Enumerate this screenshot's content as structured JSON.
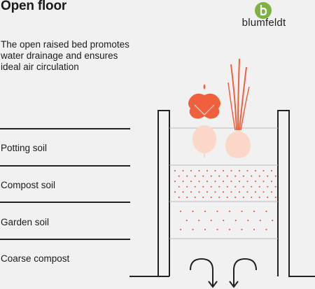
{
  "title": "Open floor",
  "description": "The open raised bed promotes water drainage and ensures ideal air circulation",
  "brand": {
    "name": "blumfeldt",
    "icon": "blumfeldt-logo-icon",
    "color": "#7cb342"
  },
  "layers": [
    {
      "label": "Potting soil"
    },
    {
      "label": "Compost soil"
    },
    {
      "label": "Garden soil"
    },
    {
      "label": "Coarse compost"
    }
  ],
  "colors": {
    "accent": "#f0603c",
    "accent_light": "#fbd7c8",
    "line": "#222222",
    "background": "#f1f1f1"
  }
}
